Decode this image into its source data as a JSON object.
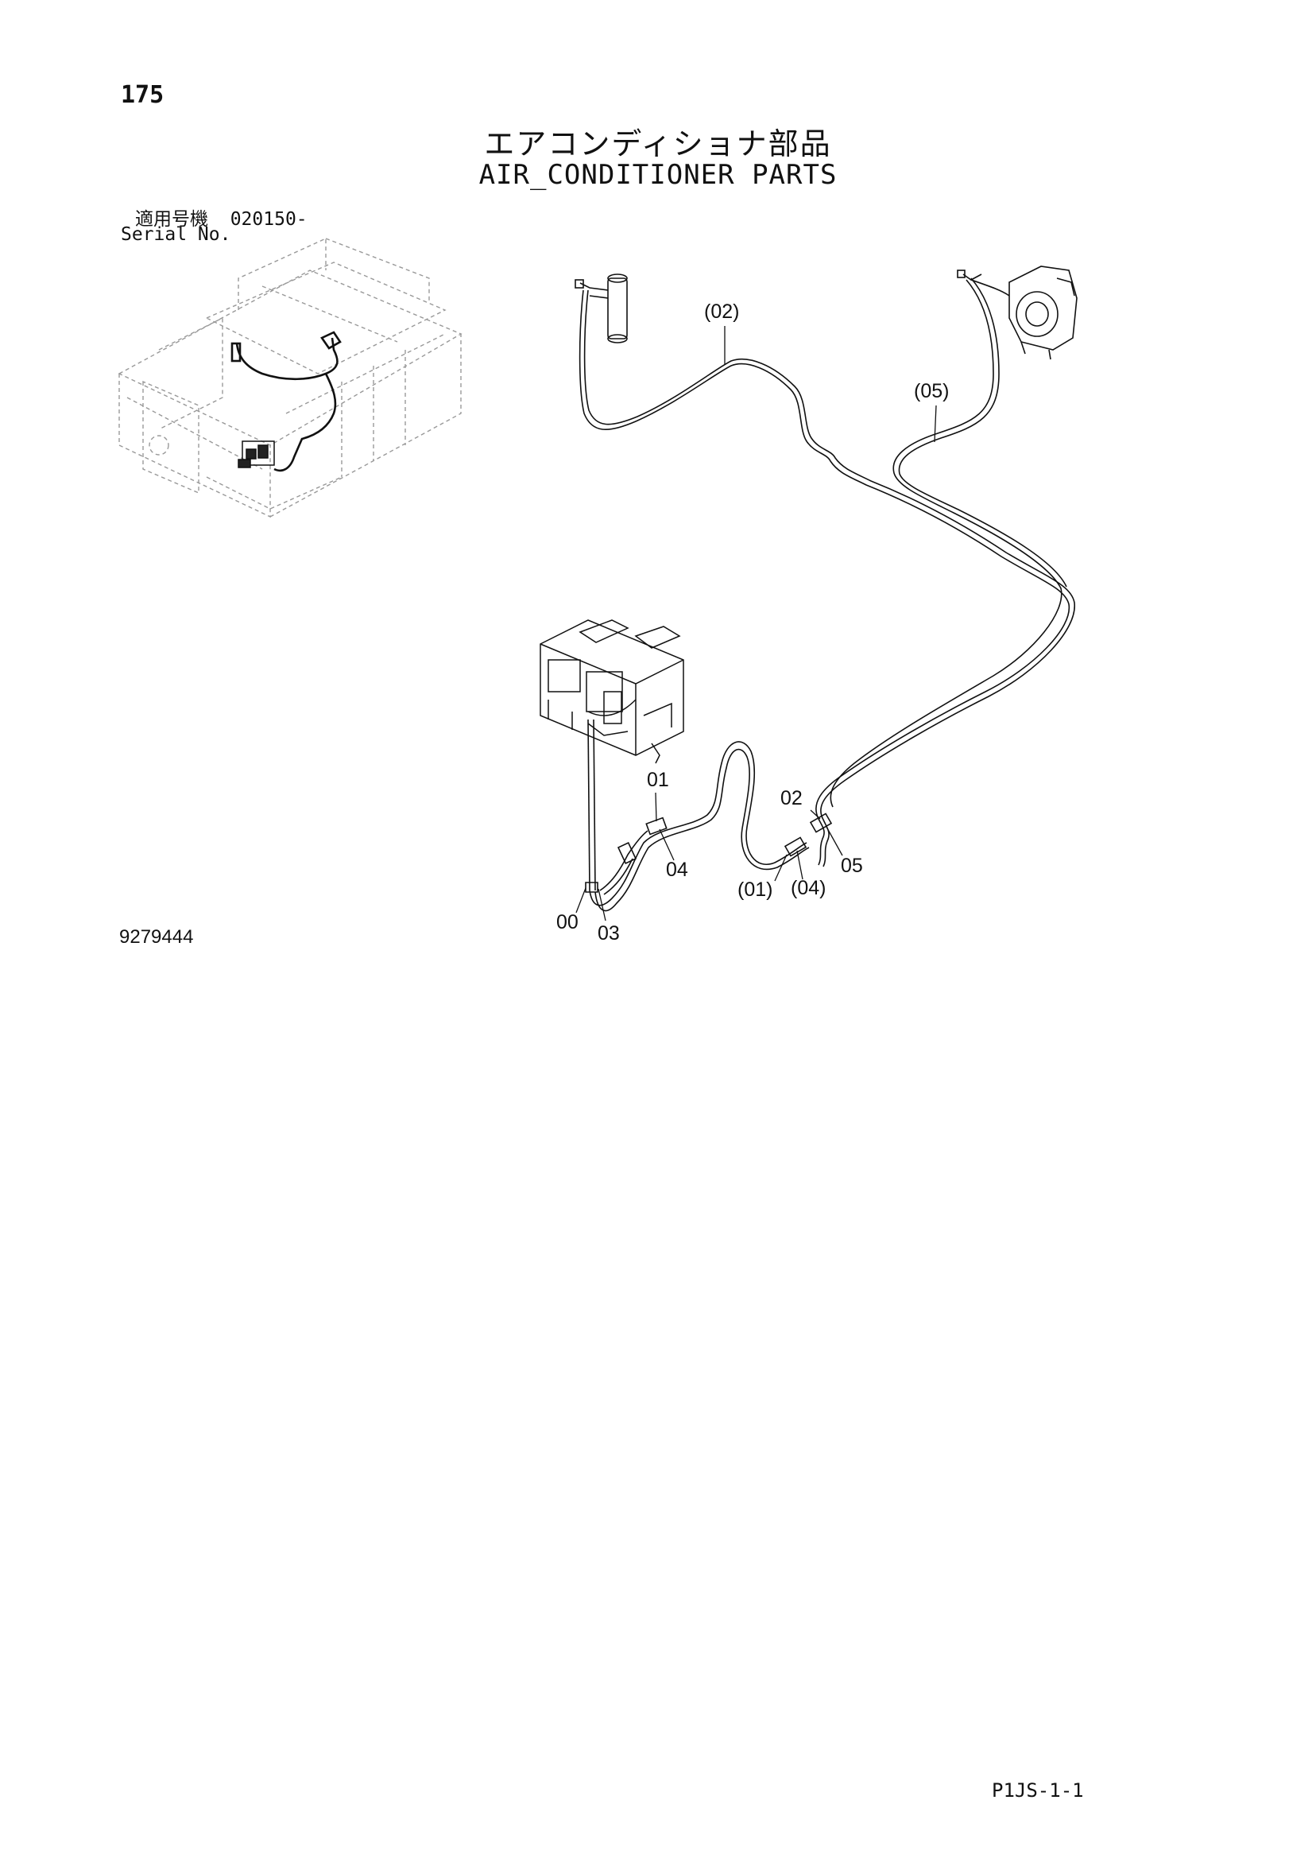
{
  "header": {
    "page_number": "175",
    "title_jp": "エアコンディショナ部品",
    "title_en": "AIR_CONDITIONER PARTS",
    "serial_label_jp": "適用号機",
    "serial_value": "020150-",
    "serial_label_en": "Serial No."
  },
  "diagram": {
    "callouts": [
      {
        "id": "c-02p",
        "label": "(02)"
      },
      {
        "id": "c-05p",
        "label": "(05)"
      },
      {
        "id": "c-01",
        "label": "01"
      },
      {
        "id": "c-04",
        "label": "04"
      },
      {
        "id": "c-02",
        "label": "02"
      },
      {
        "id": "c-05",
        "label": "05"
      },
      {
        "id": "c-01p",
        "label": "(01)"
      },
      {
        "id": "c-04p",
        "label": "(04)"
      },
      {
        "id": "c-00",
        "label": "00"
      },
      {
        "id": "c-03",
        "label": "03"
      }
    ]
  },
  "footer": {
    "drawing_number": "9279444",
    "page_code": "P1JS-1-1"
  }
}
